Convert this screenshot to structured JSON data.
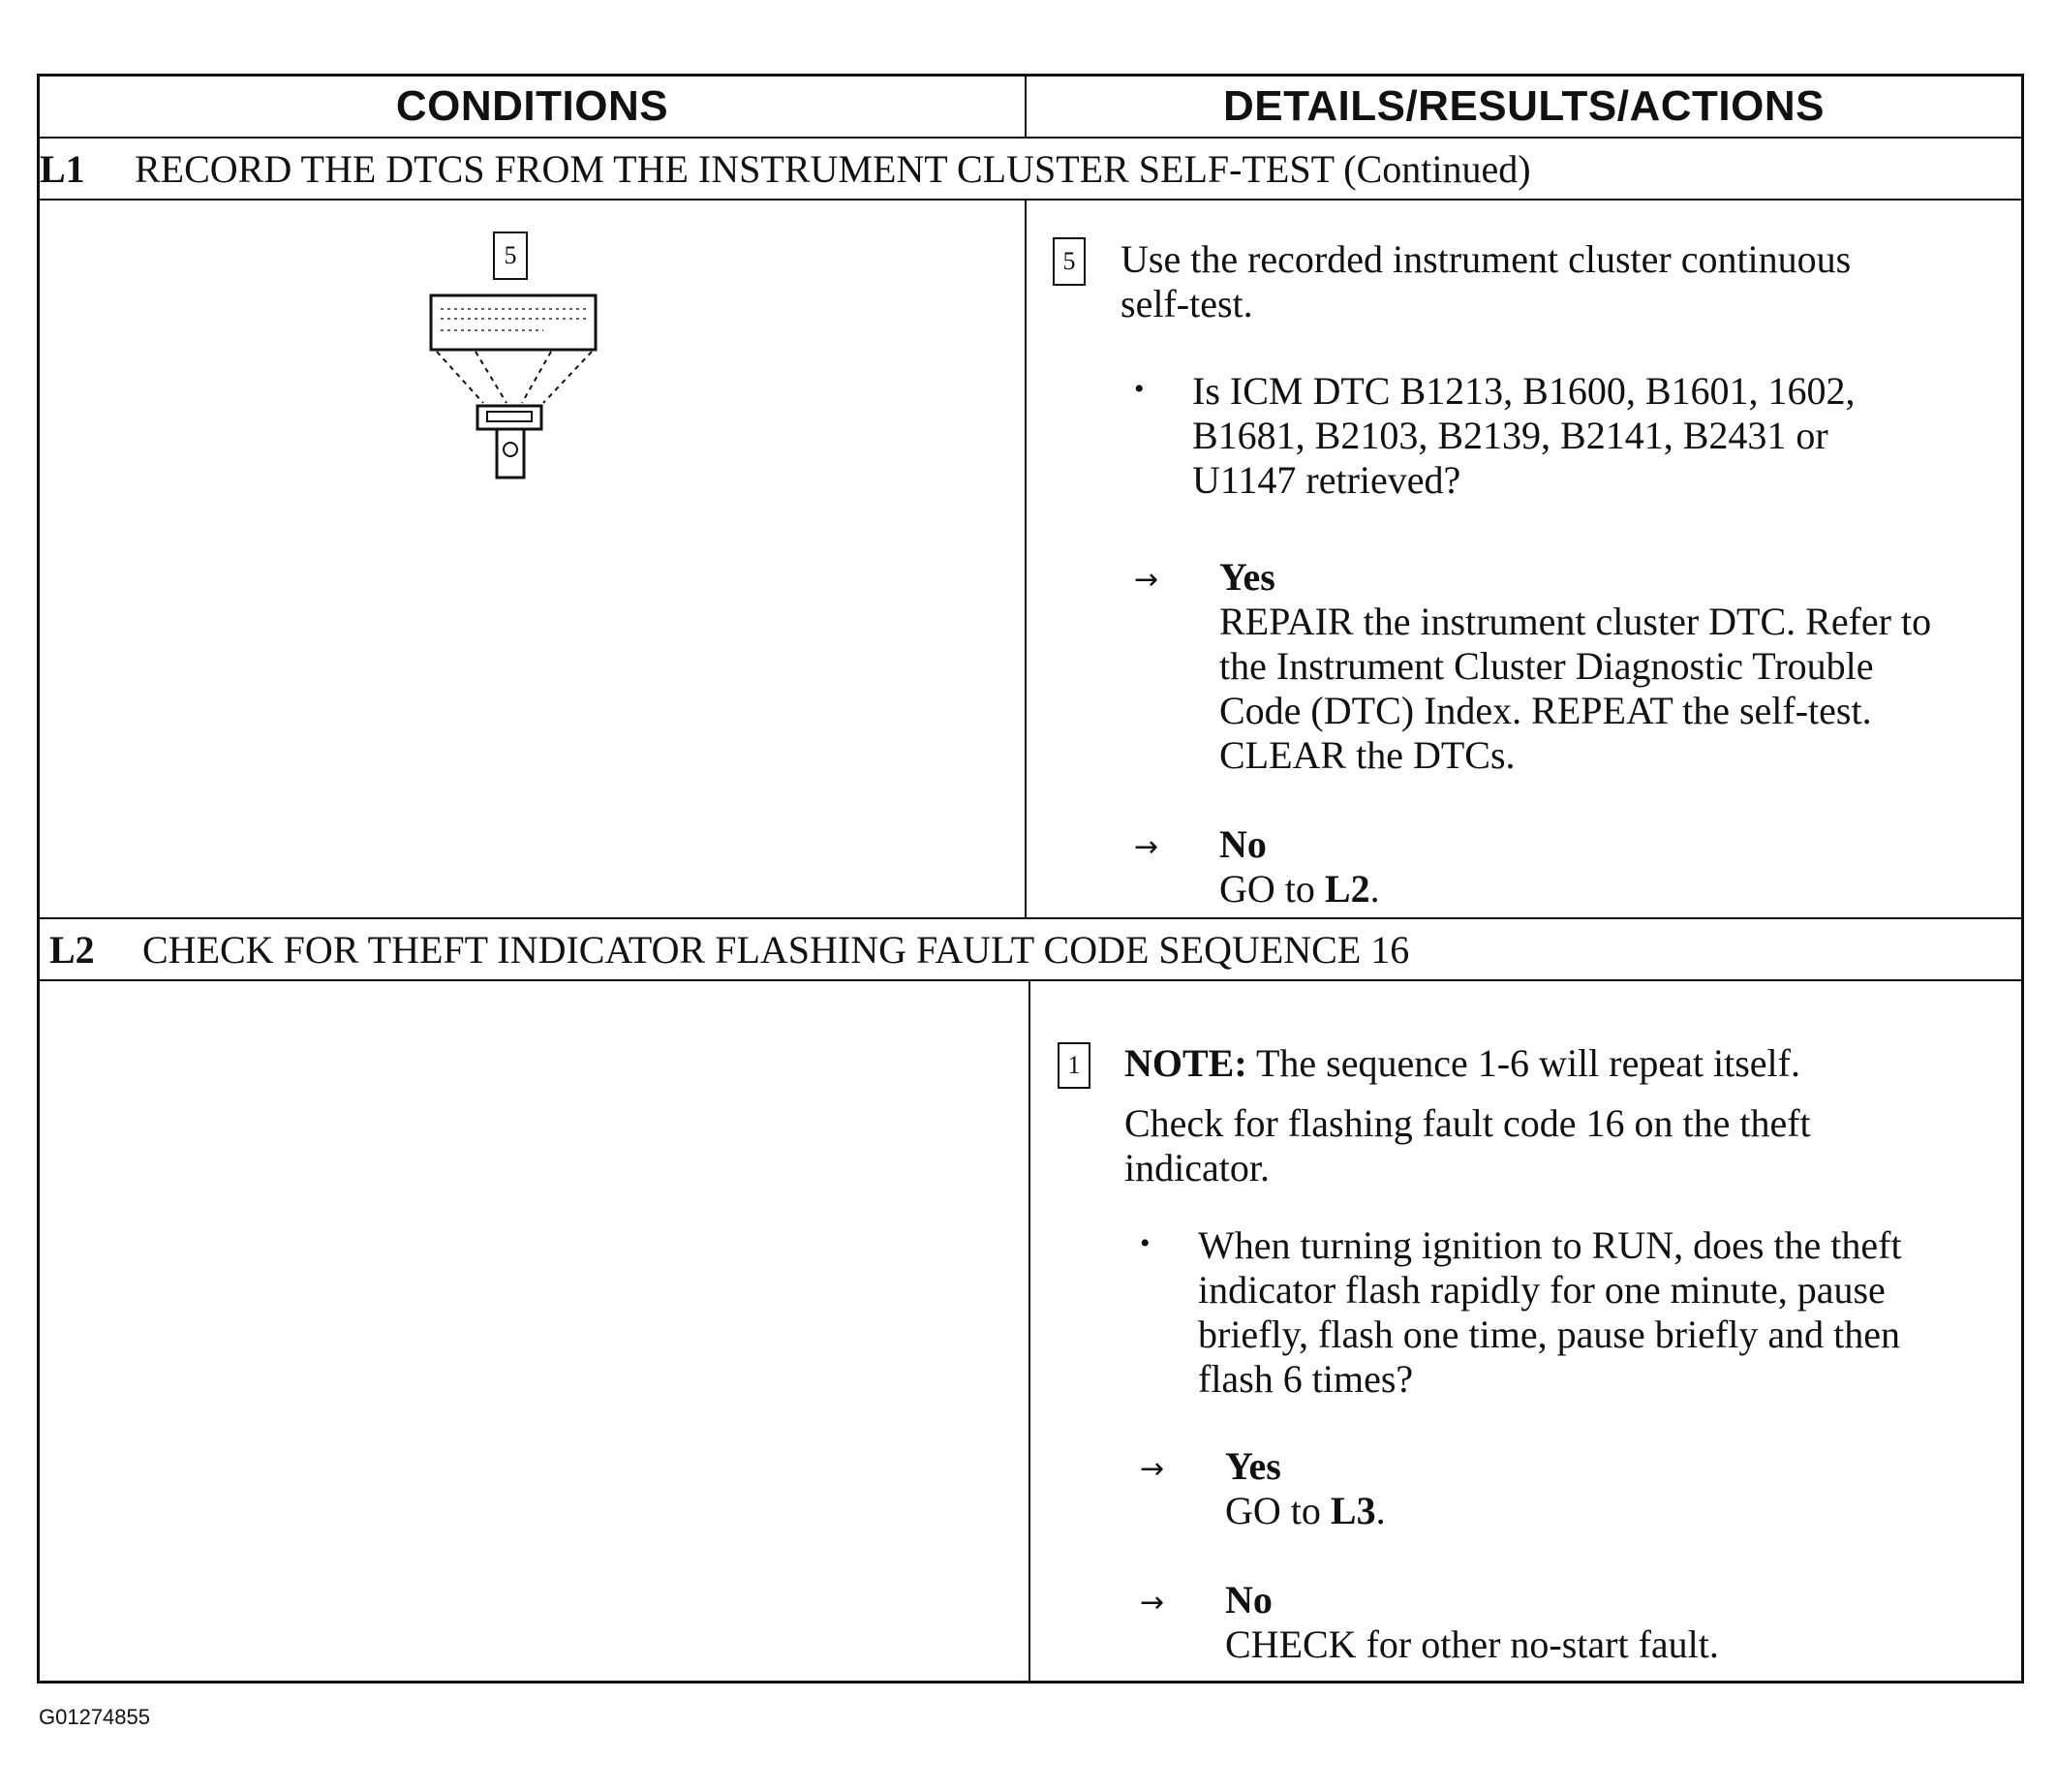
{
  "header": {
    "conditions": "CONDITIONS",
    "details": "DETAILS/RESULTS/ACTIONS"
  },
  "l1": {
    "id": "L1",
    "title": "RECORD THE DTCS FROM THE INSTRUMENT CLUSTER SELF-TEST (Continued)",
    "illustration_step": "5",
    "step_number": "5",
    "instruction_line1": "Use the recorded instrument cluster continuous",
    "instruction_line2": "self-test.",
    "question_line1": "Is ICM DTC B1213, B1600, B1601, 1602,",
    "question_line2": "B1681, B2103, B2139, B2141, B2431 or",
    "question_line3": "U1147 retrieved?",
    "yes_label": "Yes",
    "yes_line1": "REPAIR the instrument cluster DTC. Refer to",
    "yes_line2": "the Instrument Cluster Diagnostic Trouble",
    "yes_line3": "Code (DTC) Index. REPEAT the self-test.",
    "yes_line4": "CLEAR the DTCs.",
    "no_label": "No",
    "no_prefix": "GO to ",
    "no_target": "L2",
    "no_suffix": "."
  },
  "l2": {
    "id": "L2",
    "title": "CHECK FOR THEFT INDICATOR FLASHING FAULT CODE SEQUENCE 16",
    "step_number": "1",
    "note_label": "NOTE:",
    "note_text": " The sequence 1-6 will repeat itself.",
    "instruction_line1": "Check for flashing fault code 16 on the theft",
    "instruction_line2": "indicator.",
    "question_line1": "When turning ignition to RUN, does the theft",
    "question_line2": "indicator flash rapidly for one minute, pause",
    "question_line3": "briefly, flash one time, pause briefly and then",
    "question_line4": "flash 6 times?",
    "yes_label": "Yes",
    "yes_prefix": "GO to ",
    "yes_target": "L3",
    "yes_suffix": ".",
    "no_label": "No",
    "no_text": "CHECK for other no-start fault."
  },
  "symbols": {
    "bullet": "•",
    "arrow": "→"
  },
  "figure_id": "G01274855"
}
